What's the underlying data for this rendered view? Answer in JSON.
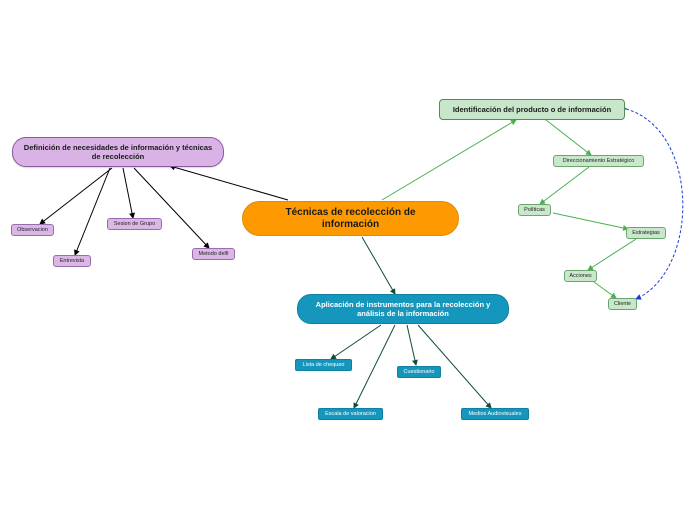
{
  "central": {
    "label": "Técnicas de recolección de información"
  },
  "branches": {
    "definicion": {
      "label": "Definición de necesidades de información y técnicas de recolección",
      "children": [
        "Observacion",
        "Entrevista",
        "Sesion de Grupo",
        "Metodo delfi"
      ]
    },
    "identificacion": {
      "label": "Identificación del producto o de información",
      "children": [
        "Direccionamiento Estratégico",
        "Políticas",
        "Estrategias",
        "Acciones",
        "Cliente"
      ]
    },
    "aplicacion": {
      "label": "Aplicación de instrumentos para la recolección y análisis de la información",
      "children": [
        "Lista de chequeo",
        "Cuestionario",
        "Escala de valoracion",
        "Medios Audiovisuales"
      ]
    }
  },
  "colors": {
    "central": "#ff9900",
    "purple": "#d9b3e6",
    "green": "#c8e6c9",
    "blue": "#1596bd",
    "green_edge": "#4caf50",
    "black_edge": "#000000",
    "blue_edge": "#0d4d3a",
    "dashed_edge": "#1a3dd6"
  }
}
